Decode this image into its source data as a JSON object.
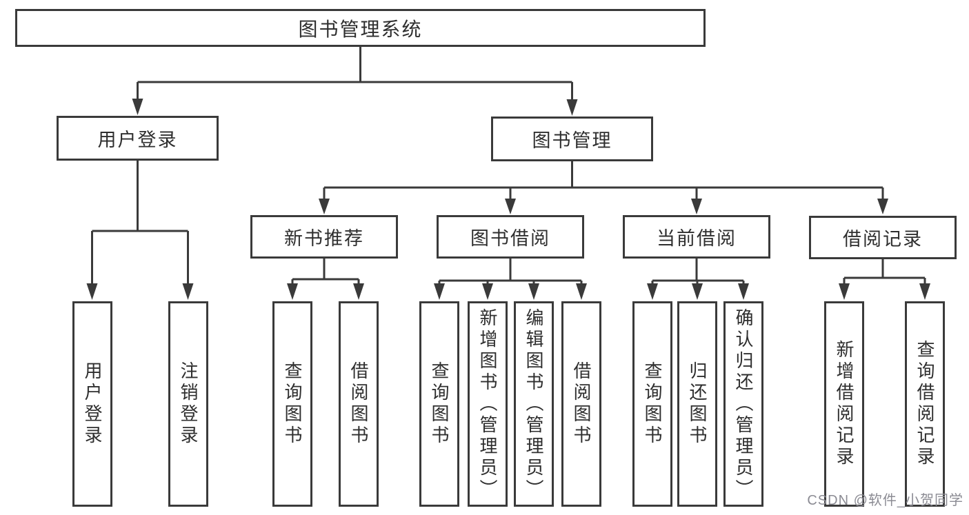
{
  "diagram": {
    "nodes": {
      "root": "图书管理系统",
      "user_login": "用户登录",
      "book_mgmt": "图书管理",
      "new_book_rec": "新书推荐",
      "book_borrow": "图书借阅",
      "current_borrow": "当前借阅",
      "borrow_record": "借阅记录",
      "leaf_user_login": "用户登录",
      "leaf_logout": "注销登录",
      "rec_query_book": "查询图书",
      "rec_borrow_book": "借阅图书",
      "bb_query_book": "查询图书",
      "bb_add_book": "新增图书（管理员）",
      "bb_edit_book": "编辑图书（管理员）",
      "bb_borrow_book": "借阅图书",
      "cb_query_book": "查询图书",
      "cb_return_book": "归还图书",
      "cb_confirm_return": "确认归还（管理员）",
      "br_add_record": "新增借阅记录",
      "br_query_record": "查询借阅记录"
    }
  },
  "watermark": "CSDN @软件_小贺同学",
  "colors": {
    "line": "#3a3a3a",
    "text": "#2e2e2e",
    "box_bg": "#ffffff",
    "watermark": "#8b8b93",
    "background": "#ffffff"
  }
}
